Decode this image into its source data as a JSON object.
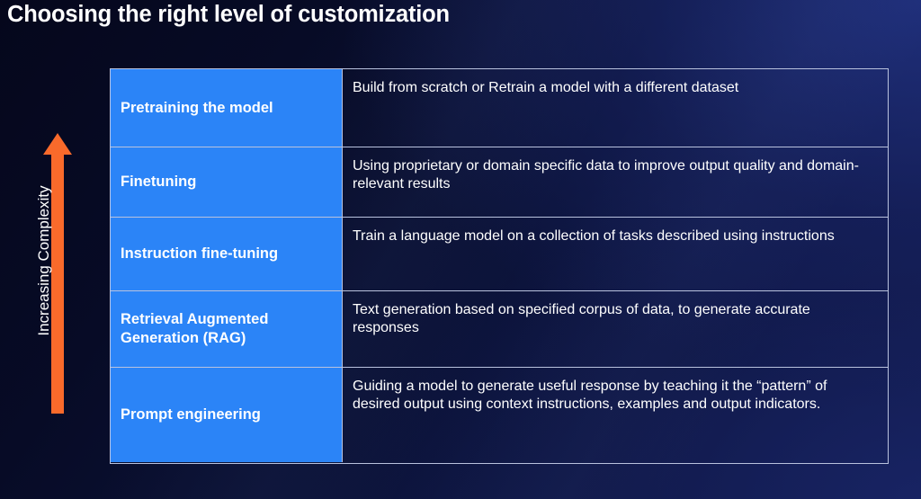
{
  "slide": {
    "title": "Choosing the right level of customization",
    "axis_label": "Increasing Complexity",
    "arrow_icon": "up-arrow-icon",
    "colors": {
      "accent_blue": "#2b84f7",
      "arrow_orange": "#f96a2b",
      "border": "#b9c2de",
      "text": "#ffffff",
      "background_dark": "#05071c",
      "background_light": "#16205c"
    }
  },
  "table": {
    "rows": [
      {
        "label": "Pretraining the model",
        "description": "Build from scratch or Retrain a model with a different dataset"
      },
      {
        "label": "Finetuning",
        "description": "Using proprietary or domain specific data to improve output quality and domain-relevant results"
      },
      {
        "label": "Instruction fine-tuning",
        "description": "Train a language model on a collection of tasks described using instructions"
      },
      {
        "label": "Retrieval Augmented Generation (RAG)",
        "description": "Text generation based on specified corpus of data, to generate accurate responses"
      },
      {
        "label": "Prompt engineering",
        "description": "Guiding a model to generate useful response by teaching it the “pattern” of desired output using context instructions, examples and output indicators."
      }
    ]
  }
}
